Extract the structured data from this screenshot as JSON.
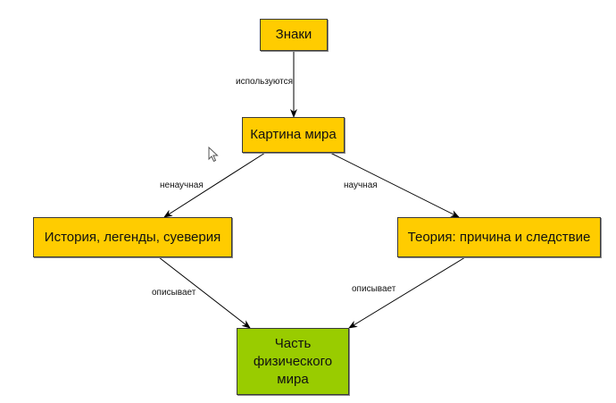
{
  "colors": {
    "node_fill": "#FFCC00",
    "target_fill": "#99CC00",
    "edge": "#000000"
  },
  "nodes": {
    "signs": "Знаки",
    "worldview": "Картина мира",
    "myths": "История, легенды, суеверия",
    "theory": "Теория: причина и следствие",
    "physical": "Часть физического мира"
  },
  "edges": {
    "signs_to_worldview": "используются",
    "worldview_to_myths": "ненаучная",
    "worldview_to_theory": "научная",
    "myths_to_physical": "описывает",
    "theory_to_physical": "описывает"
  },
  "cursor_icon": "mouse-pointer-icon"
}
